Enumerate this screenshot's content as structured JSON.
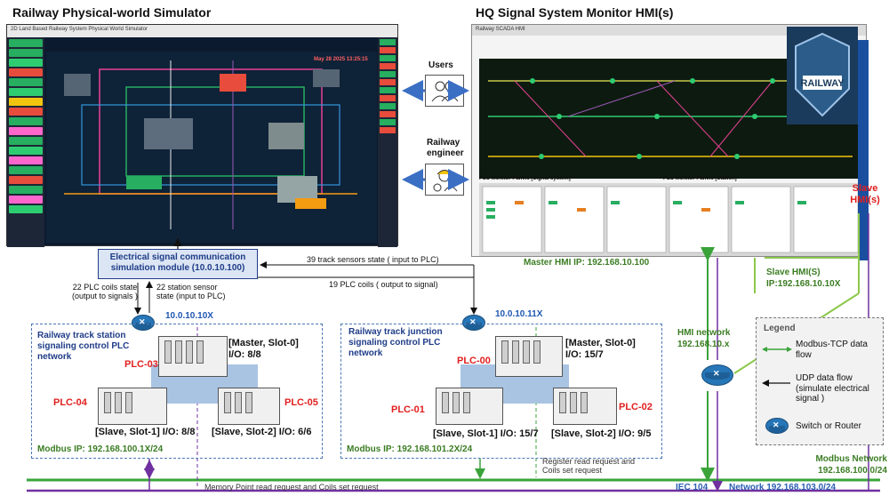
{
  "titles": {
    "simulator": "Railway Physical-world Simulator",
    "hmi": "HQ Signal System Monitor HMI(s)"
  },
  "simulator_screen": {
    "window_title": "2D Land Based Railway System Physical World Simulator",
    "datetime": "May 28 2025 13:25:15",
    "side_colors": [
      "#27ae60",
      "#27ae60",
      "#2ecc71",
      "#e74c3c",
      "#27ae60",
      "#2ecc71",
      "#f1c40f",
      "#e74c3c",
      "#27ae60",
      "#ff66cc",
      "#27ae60",
      "#2ecc71",
      "#ff66cc",
      "#27ae60",
      "#e74c3c",
      "#27ae60",
      "#ff66cc",
      "#2ecc71"
    ]
  },
  "hmi_screen": {
    "window_title": "Railway SCADA HMI",
    "panel_header_left": "PLC Monitor Panels [Signal system]",
    "panel_header_right": "PLC Monitor Panels [Station]",
    "logo_text": "RAILWAY"
  },
  "actors": {
    "users": "Users",
    "engineer": "Railway engineer"
  },
  "elec_module": "Electrical signal communication simulation module (10.0.10.100)",
  "links": {
    "sensors_39": "39 track sensors state  ( input to PLC)",
    "coils_19": "19 PLC coils ( output to signal)",
    "coils_22": "22 PLC coils state (output to signals )",
    "sensors_22": "22 station sensor state (input to PLC)"
  },
  "networks": {
    "router_left_ip": "10.0.10.10X",
    "router_mid_ip": "10.0.10.11X",
    "master_hmi_ip": "Master HMI IP: 192.168.10.100",
    "slave_hmi_ip": "Slave HMI(S) IP:192.168.10.10X",
    "slave_hmi_label": "Slave HMI(s)",
    "hmi_network": "HMI network 192.168.10.x",
    "modbus_network": "Modbus Network 192.168.100.0/24",
    "iec104": "IEC 104",
    "network_103": "Network 192.168.103.0/24",
    "memory_point": "Memory Point read request  and Coils set request",
    "register_req": "Register read request and Coils set request"
  },
  "station_group": {
    "title": "Railway track station signaling control PLC network",
    "modbus_ip": "Modbus IP: 192.168.100.1X/24",
    "master": "[Master, Slot-0] I/O: 8/8",
    "slave1": "[Slave, Slot-1] I/O: 8/8",
    "slave2": "[Slave, Slot-2] I/O: 6/6",
    "plc_master": "PLC-03",
    "plc_s1": "PLC-04",
    "plc_s2": "PLC-05"
  },
  "junction_group": {
    "title": "Railway track junction signaling control PLC network",
    "modbus_ip": "Modbus IP: 192.168.101.2X/24",
    "master": "[Master, Slot-0] I/O: 15/7",
    "slave1": "[Slave, Slot-1] I/O: 15/7",
    "slave2": "[Slave, Slot-2] I/O: 9/5",
    "plc_master": "PLC-00",
    "plc_s1": "PLC-01",
    "plc_s2": "PLC-02"
  },
  "legend": {
    "title": "Legend",
    "modbus": "Modbus-TCP data flow",
    "udp": "UDP data flow (simulate electrical signal )",
    "switch": "Switch or Router"
  },
  "colors": {
    "green_line": "#3aa33a",
    "purple_line": "#7030a0",
    "light_green": "#8cc84b",
    "module_border": "#1f3c88"
  }
}
